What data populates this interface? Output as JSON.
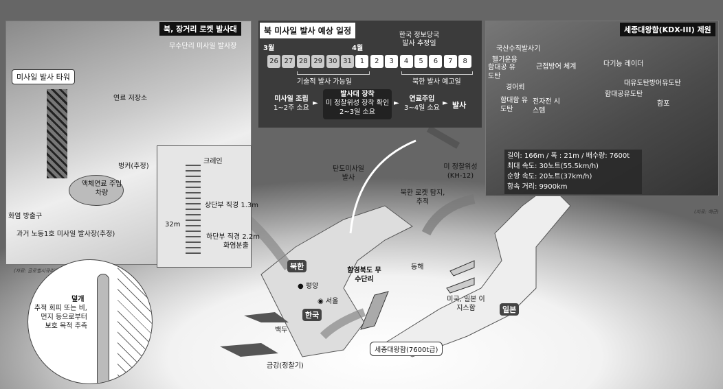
{
  "launch_site": {
    "title": "북, 장거리 로켓 발사대",
    "subtitle": "무수단리 미사일 발사장",
    "labels": {
      "tower": "미사일 발사 타워",
      "fuel_storage": "연료 저장소",
      "bunker": "벙커(추정)",
      "liquid_fuel": "액체연료 주입 차량",
      "flame_outlet": "화염 방출구",
      "old_site": "과거 노동1호 미사일 발사장(추정)"
    },
    "source": "(자료: 글로벌시큐리티)",
    "inset": {
      "crane": "크레인",
      "upper": "상단부 직경 1.3m",
      "height": "32m",
      "lower": "하단부 직경 2.2m",
      "flame": "화염분출"
    },
    "cover": {
      "title": "덮개",
      "desc1": "추적 회피 또는 비,",
      "desc2": "먼지 등으로부터",
      "desc3": "보호 목적 추측"
    }
  },
  "schedule": {
    "title": "북 미사일 발사 예상 일정",
    "march": "3월",
    "april": "4월",
    "estimate_label_1": "한국 정보당국",
    "estimate_label_2": "발사 추정일",
    "days": [
      "26",
      "27",
      "28",
      "29",
      "30",
      "31",
      "1",
      "2",
      "3",
      "4",
      "5",
      "6",
      "7",
      "8"
    ],
    "technical": "기술적 발사 가능일",
    "notice": "북한 발사 예고일",
    "steps": [
      {
        "t": "미사일 조립",
        "d": "1~2주 소요"
      },
      {
        "t": "발사대 장착",
        "d": "미 정찰위성 장착 확인",
        "d2": "2~3일 소요"
      },
      {
        "t": "연료주입",
        "d": "3~4일 소요"
      },
      {
        "t": "발사"
      }
    ]
  },
  "ship": {
    "title": "세종대왕함(KDX-III) 제원",
    "labels": [
      "국산수직발사기",
      "헬기운용",
      "근접방어 체계",
      "함대공 유도탄",
      "다기능 레이더",
      "대유도탄방어유도탄",
      "경어뢰",
      "함대공유도탄",
      "함대함 유도탄",
      "전자전 시스템",
      "함포"
    ],
    "specs": [
      "길이: 166m / 폭 : 21m / 배수량: 7600t",
      "최대 속도: 30노트(55.5km/h)",
      "순항 속도: 20노트(37km/h)",
      "항속 거리: 9900km"
    ],
    "source": "(자료: 해군)"
  },
  "map": {
    "ballistic": "탄도미사일 발사",
    "satellite": "미 정찰위성 (KH-12)",
    "tracking": "북한 로켓 탐지, 추적",
    "north": "북한",
    "pyongyang": "평양",
    "site": "함경북도 무수단리",
    "seoul": "서울",
    "south": "한국",
    "east_sea": "동해",
    "aegis": "미국, 일본 이지스함",
    "japan": "일본",
    "baekdu": "백두",
    "geumgang": "금강(정찰기)",
    "sejong": "세종대왕함(7600t급)"
  }
}
